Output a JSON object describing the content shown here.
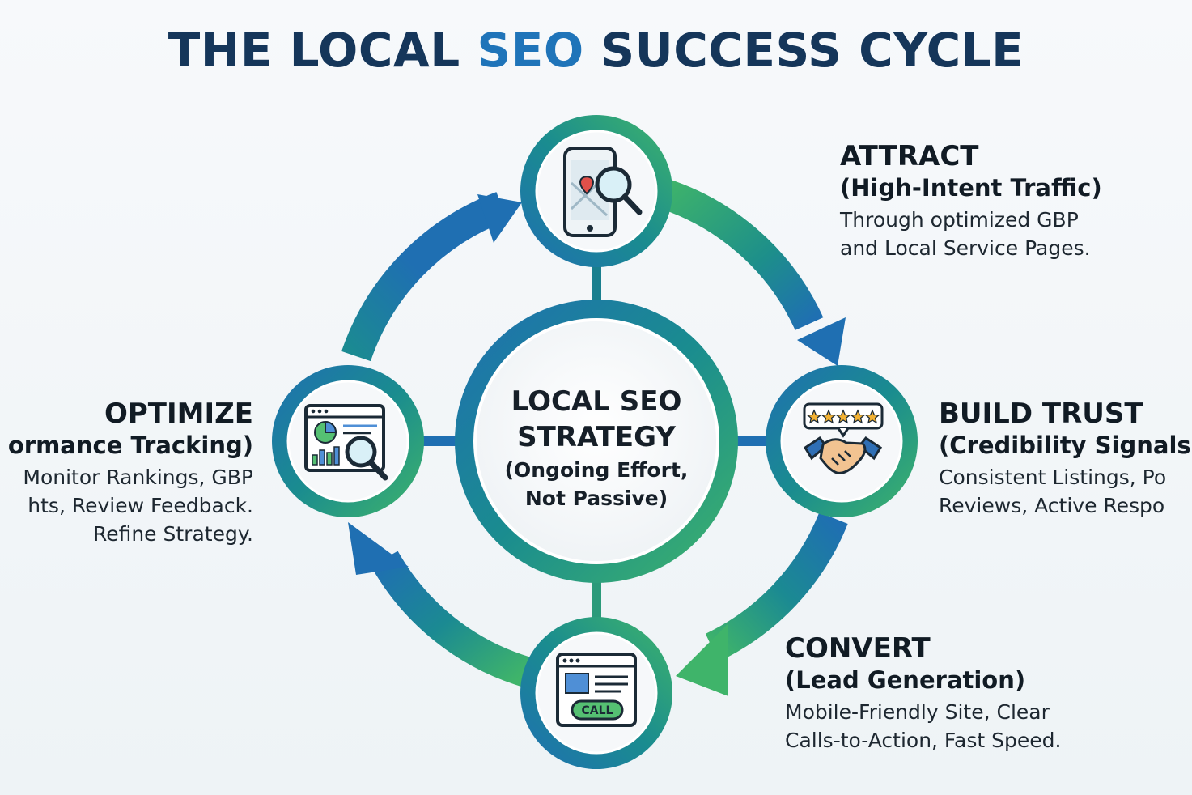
{
  "title": {
    "part1": "THE LOCAL ",
    "accent": "SEO",
    "part2": " SUCCESS CYCLE"
  },
  "center": {
    "line1": "LOCAL SEO",
    "line2": "STRATEGY",
    "line3": "(Ongoing Effort,",
    "line4": "Not Passive)"
  },
  "steps": {
    "attract": {
      "name": "ATTRACT",
      "sub": "(High-Intent Traffic)",
      "desc1": "Through optimized GBP",
      "desc2": "and Local Service Pages.",
      "icon": "phone-map-search-icon"
    },
    "trust": {
      "name": "BUILD TRUST",
      "sub": "(Credibility Signals",
      "desc1": "Consistent Listings, Po",
      "desc2": "Reviews, Active Respo",
      "icon": "handshake-stars-icon"
    },
    "convert": {
      "name": "CONVERT",
      "sub": "(Lead Generation)",
      "desc1": "Mobile-Friendly Site, Clear",
      "desc2": "Calls-to-Action, Fast Speed.",
      "icon": "call-page-icon",
      "button_text": "CALL"
    },
    "optimize": {
      "name": "OPTIMIZE",
      "sub": "ormance Tracking)",
      "desc1": "Monitor Rankings, GBP",
      "desc2": "hts, Review Feedback.",
      "desc3": "Refine Strategy.",
      "icon": "analytics-magnifier-icon"
    }
  },
  "colors": {
    "navy": "#15365a",
    "blue": "#1f6fb2",
    "teal": "#17878f",
    "green": "#3fb46a",
    "accent": "#1f74b9"
  }
}
